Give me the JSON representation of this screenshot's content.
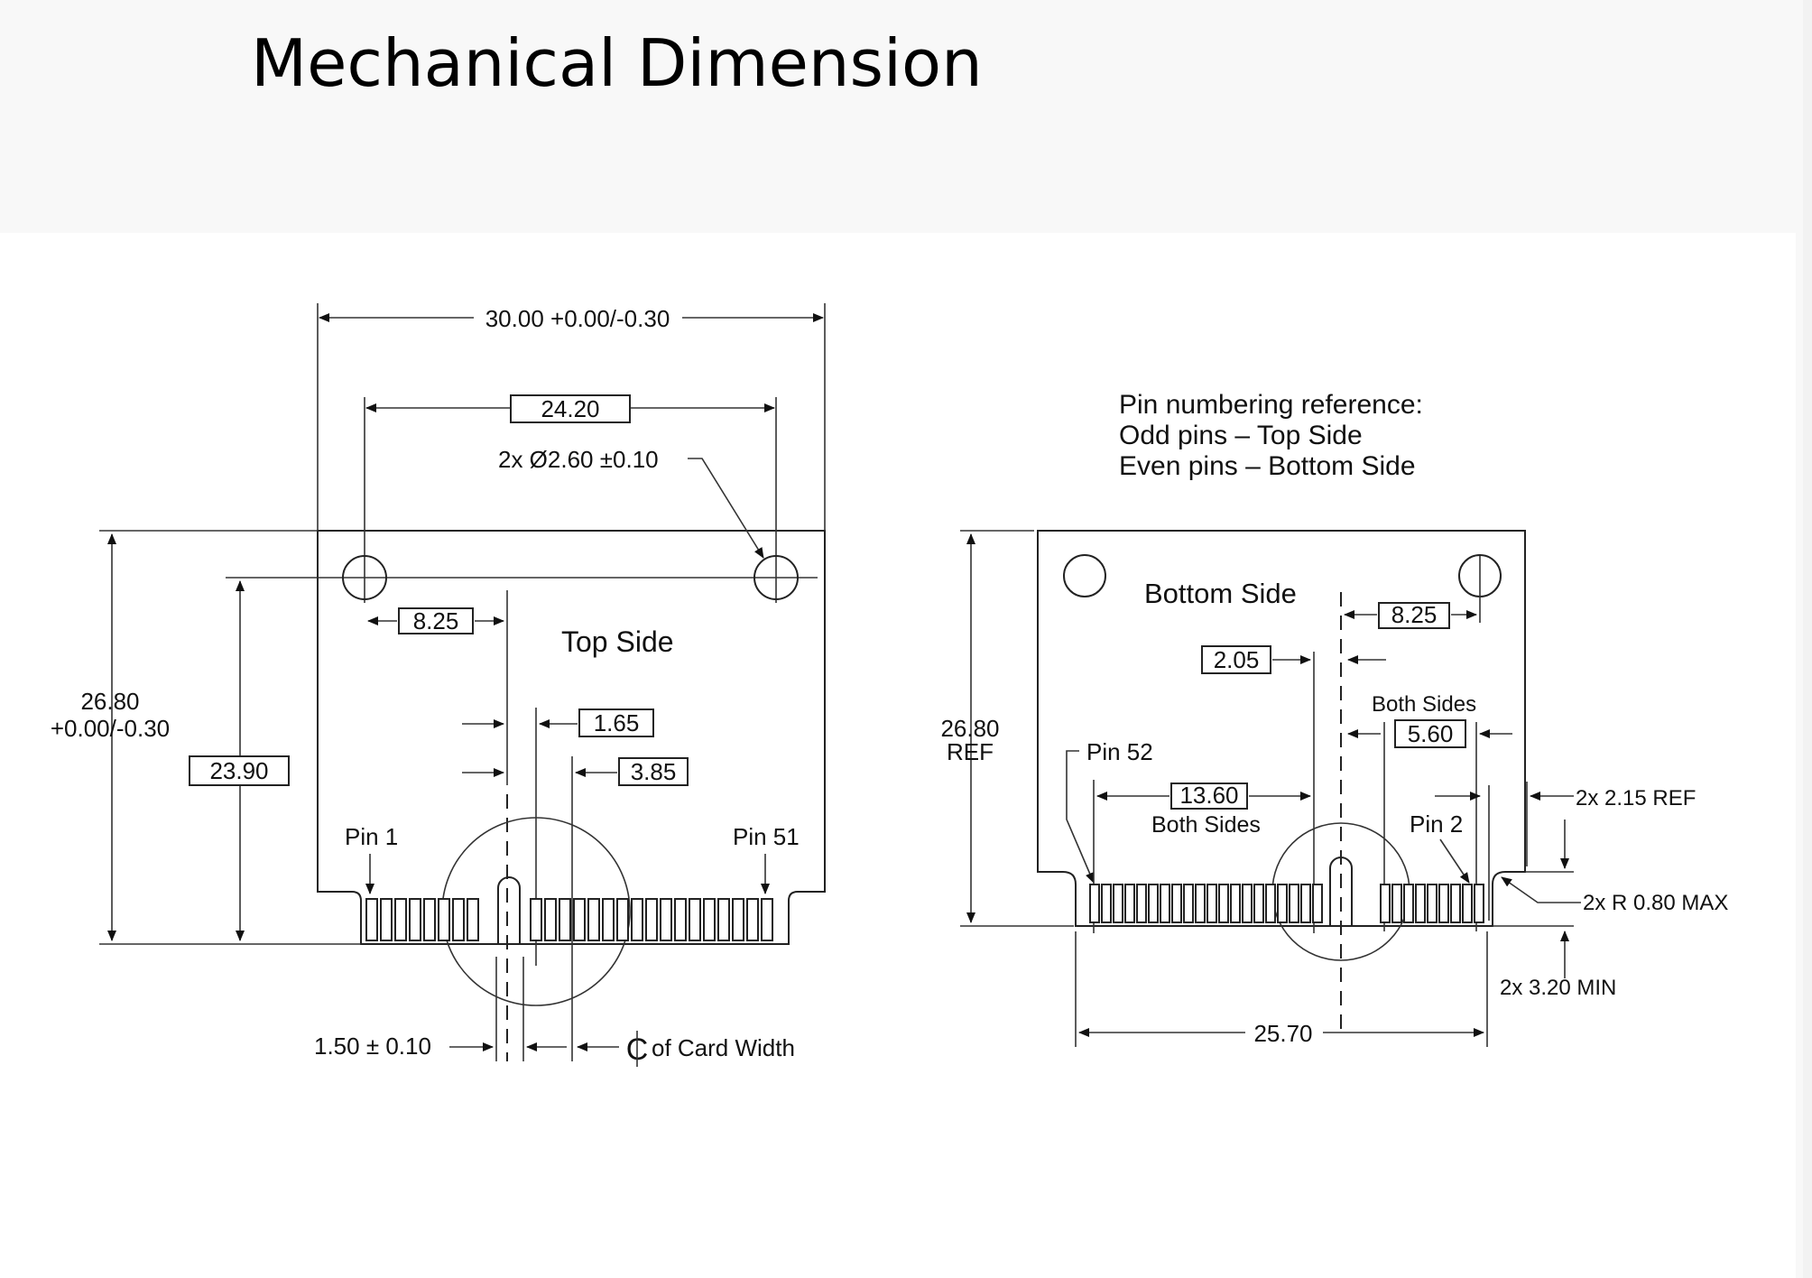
{
  "title": "Mechanical Dimension",
  "top_view": {
    "side_label": "Top Side",
    "overall_width": "30.00 +0.00/-0.30",
    "hole_spacing": "24.20",
    "hole_callout": "2x Ø2.60 ±0.10",
    "hole_to_key": "8.25",
    "height_line1": "26.80",
    "height_line2": "+0.00/-0.30",
    "hole_to_edge": "23.90",
    "key_offset_a": "1.65",
    "key_offset_b": "3.85",
    "pin_first": "Pin 1",
    "pin_last": "Pin 51",
    "key_width": "1.50 ± 0.10",
    "centerline_label": "of Card Width"
  },
  "bottom_view": {
    "side_label": "Bottom Side",
    "note_line1": "Pin numbering reference:",
    "note_line2": "Odd pins – Top Side",
    "note_line3": "Even pins  – Bottom Side",
    "hole_to_key": "8.25",
    "key_offset": "2.05",
    "both_sides_a": "Both Sides",
    "short_row": "5.60",
    "height_line1": "26.80",
    "height_line2": "REF",
    "pin_first": "Pin 52",
    "long_row": "13.60",
    "both_sides_b": "Both Sides",
    "pin_last": "Pin 2",
    "notch_depth": "2x 2.15 REF",
    "notch_radius": "2x R 0.80 MAX",
    "notch_width": "2x 3.20 MIN",
    "overall_width": "25.70"
  }
}
